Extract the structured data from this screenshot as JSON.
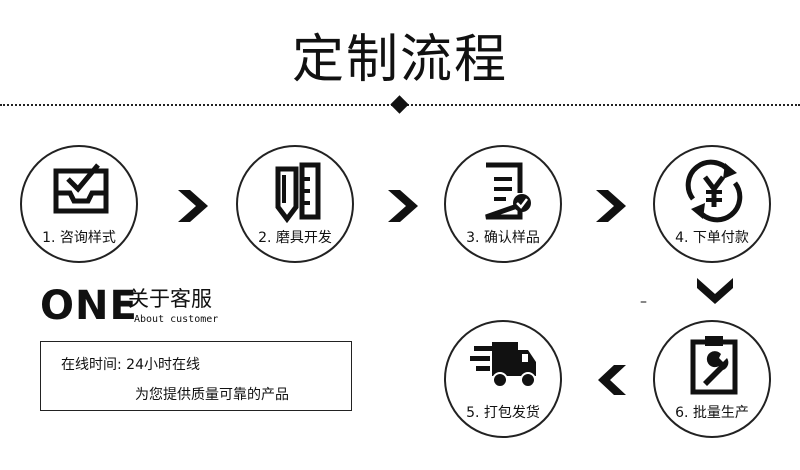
{
  "header": {
    "title": "定制流程"
  },
  "steps": [
    {
      "label": "1. 咨询样式",
      "icon": "inbox-check-icon"
    },
    {
      "label": "2. 磨具开发",
      "icon": "pencil-ruler-icon"
    },
    {
      "label": "3. 确认样品",
      "icon": "document-check-icon"
    },
    {
      "label": "4. 下单付款",
      "icon": "yen-cycle-icon"
    },
    {
      "label": "5. 打包发货",
      "icon": "delivery-truck-icon"
    },
    {
      "label": "6. 批量生产",
      "icon": "wrench-clipboard-icon"
    }
  ],
  "about": {
    "brand": "ONE",
    "title_cn": "关于客服",
    "title_en": "About customer",
    "hours": "在线时间: 24小时在线",
    "promise": "为您提供质量可靠的产品"
  },
  "stray_mark": "–",
  "colors": {
    "ink": "#111111",
    "background": "#ffffff"
  }
}
